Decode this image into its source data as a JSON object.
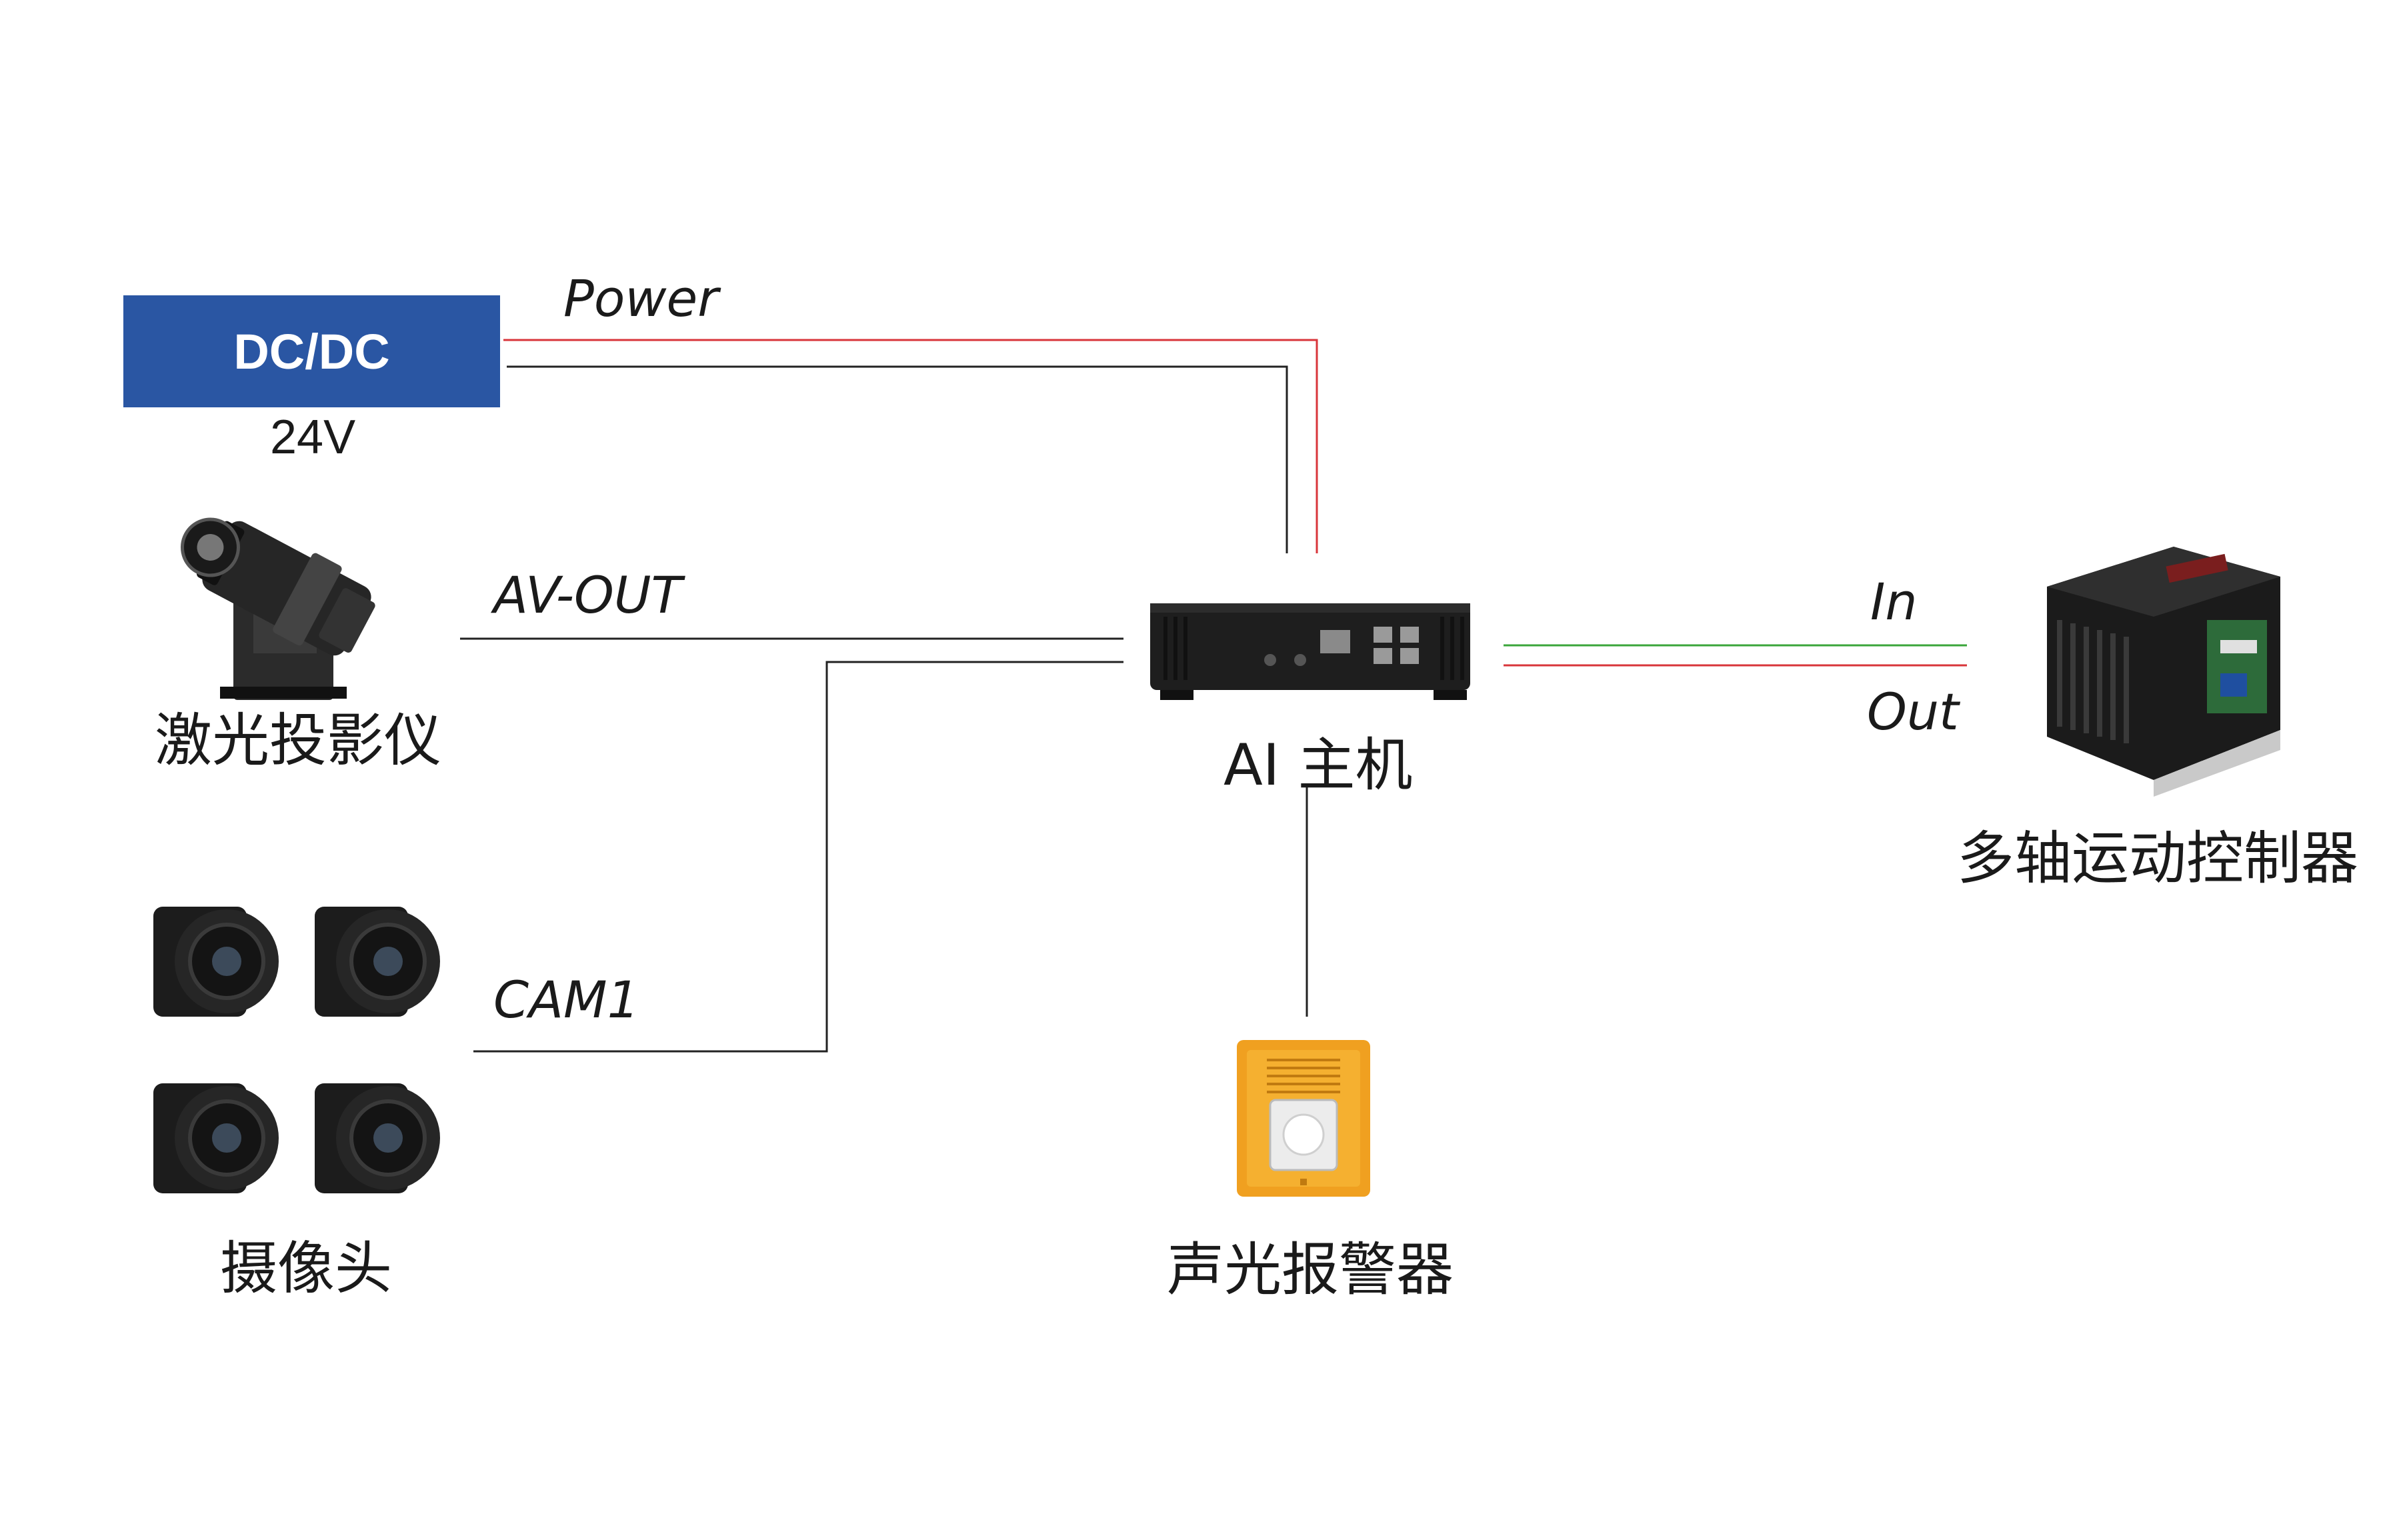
{
  "dc_block": {
    "label": "DC/DC",
    "voltage": "24V",
    "color": "#2a56a3"
  },
  "links": {
    "power": "Power",
    "av_out": "AV-OUT",
    "cam": "CAM1",
    "in": "In",
    "out": "Out"
  },
  "devices": {
    "projector": "激光投影仪",
    "camera": "摄像头",
    "host": "AI 主机",
    "controller": "多轴运动控制器",
    "alarm": "声光报警器"
  },
  "wire_colors": {
    "red": "#d8353a",
    "black": "#222222",
    "green": "#3aa53a"
  }
}
